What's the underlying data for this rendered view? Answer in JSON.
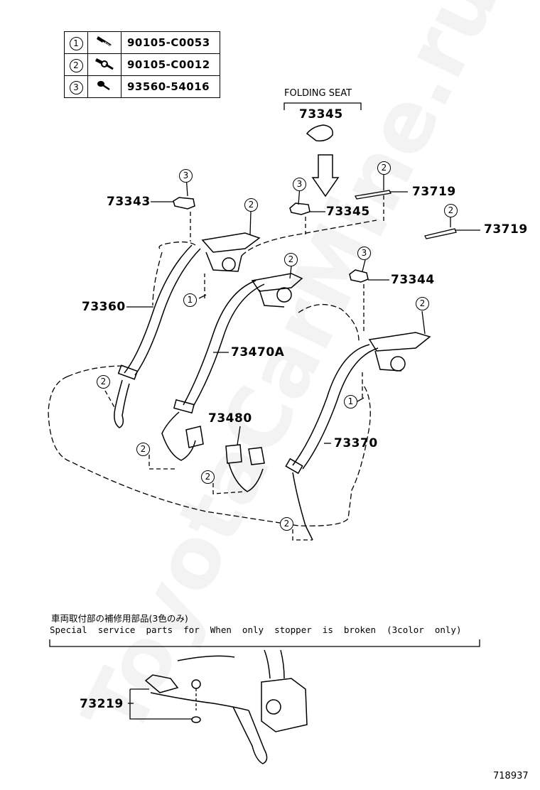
{
  "legend": [
    {
      "index": "1",
      "part": "90105-C0053",
      "icon": "bolt-icon"
    },
    {
      "index": "2",
      "part": "90105-C0012",
      "icon": "bolt-icon"
    },
    {
      "index": "3",
      "part": "93560-54016",
      "icon": "screw-icon"
    }
  ],
  "labels": {
    "folding_seat": "FOLDING SEAT",
    "p73345_top": "73345",
    "p73343": "73343",
    "p73345": "73345",
    "p73719_a": "73719",
    "p73719_b": "73719",
    "p73344": "73344",
    "p73360": "73360",
    "p73470a": "73470A",
    "p73480": "73480",
    "p73370": "73370",
    "p73219": "73219"
  },
  "callouts": [
    "1",
    "2",
    "3"
  ],
  "special_note": {
    "japanese": "車両取付部の補修用部品(3色のみ)",
    "english": "Special  service  parts  for  When  only  stopper  is  broken  (3color  only)"
  },
  "diagram_id": "718937",
  "watermark": "ToyotaCarMine.ru"
}
